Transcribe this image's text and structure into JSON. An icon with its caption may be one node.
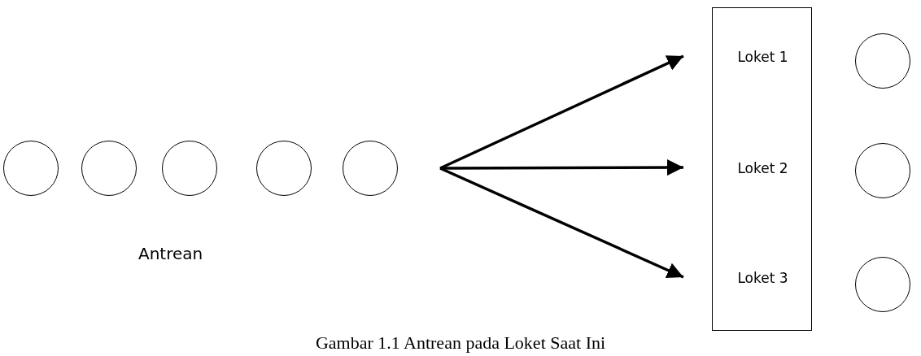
{
  "diagram": {
    "caption": "Gambar 1.1 Antrean pada Loket Saat Ini",
    "nodes": [
      {
        "text": [],
        "shape": "circle"
      },
      {
        "text": [],
        "shape": "circle"
      },
      {
        "text": [],
        "shape": "circle"
      },
      {
        "text": [],
        "shape": "circle"
      },
      {
        "text": [],
        "shape": "circle"
      },
      {
        "text": [],
        "shape": "box"
      },
      {
        "text": [
          "Loket 1"
        ],
        "in": 5
      },
      {
        "text": [
          "Loket 2"
        ],
        "in": 5
      },
      {
        "text": [
          "Loket 3"
        ],
        "in": 5
      },
      {
        "text": [],
        "shape": "circle"
      },
      {
        "text": [],
        "shape": "circle"
      },
      {
        "text": [],
        "shape": "circle"
      }
    ],
    "edges": [
      {
        "from": null,
        "to": 6,
        "arrow": "to"
      },
      {
        "from": null,
        "to": 7,
        "arrow": "to"
      },
      {
        "from": null,
        "to": 8,
        "arrow": "to"
      }
    ],
    "labels": [
      "Antrean"
    ]
  }
}
